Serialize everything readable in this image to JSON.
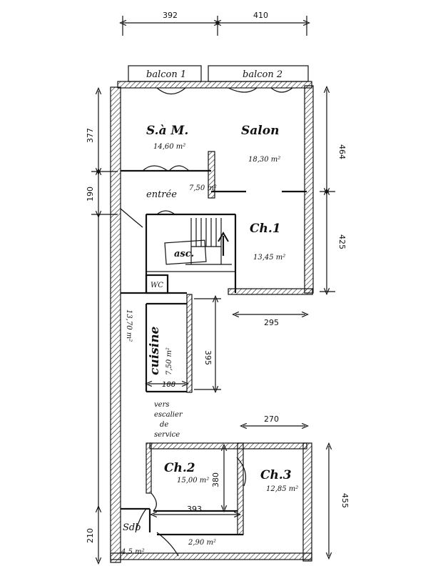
{
  "rooms": {
    "sam": {
      "name": "S.à M.",
      "area": "14,60 m²"
    },
    "salon": {
      "name": "Salon",
      "area": "18,30 m²"
    },
    "entree": {
      "name": "entrée",
      "area": "7,50 m²"
    },
    "ch1": {
      "name": "Ch.1",
      "area": "13,45 m²"
    },
    "asc": {
      "name": "asc."
    },
    "wc": {
      "name": "WC"
    },
    "couloir": {
      "area": "13,70 m²"
    },
    "cuisine": {
      "name": "cuisine",
      "area": "7,50 m²"
    },
    "escalier": {
      "l1": "vers",
      "l2": "escalier",
      "l3": "de",
      "l4": "service"
    },
    "ch2": {
      "name": "Ch.2",
      "area": "15,00 m²"
    },
    "ch3": {
      "name": "Ch.3",
      "area": "12,85 m²"
    },
    "sdb": {
      "name": "Sdb",
      "area": "4,5 m²"
    },
    "placard": {
      "area": "2,90 m²"
    }
  },
  "balconies": {
    "b1": "balcon 1",
    "b2": "balcon 2"
  },
  "dimensions": {
    "top_left": "392",
    "top_right": "410",
    "left_377": "377",
    "left_190": "190",
    "left_210": "210",
    "right_464": "464",
    "right_425": "425",
    "right_455": "455",
    "ch1_width": "295",
    "cuisine_height": "395",
    "cuisine_width": "188",
    "ch3_width": "270",
    "ch2_height": "380",
    "ch2_width": "393"
  }
}
